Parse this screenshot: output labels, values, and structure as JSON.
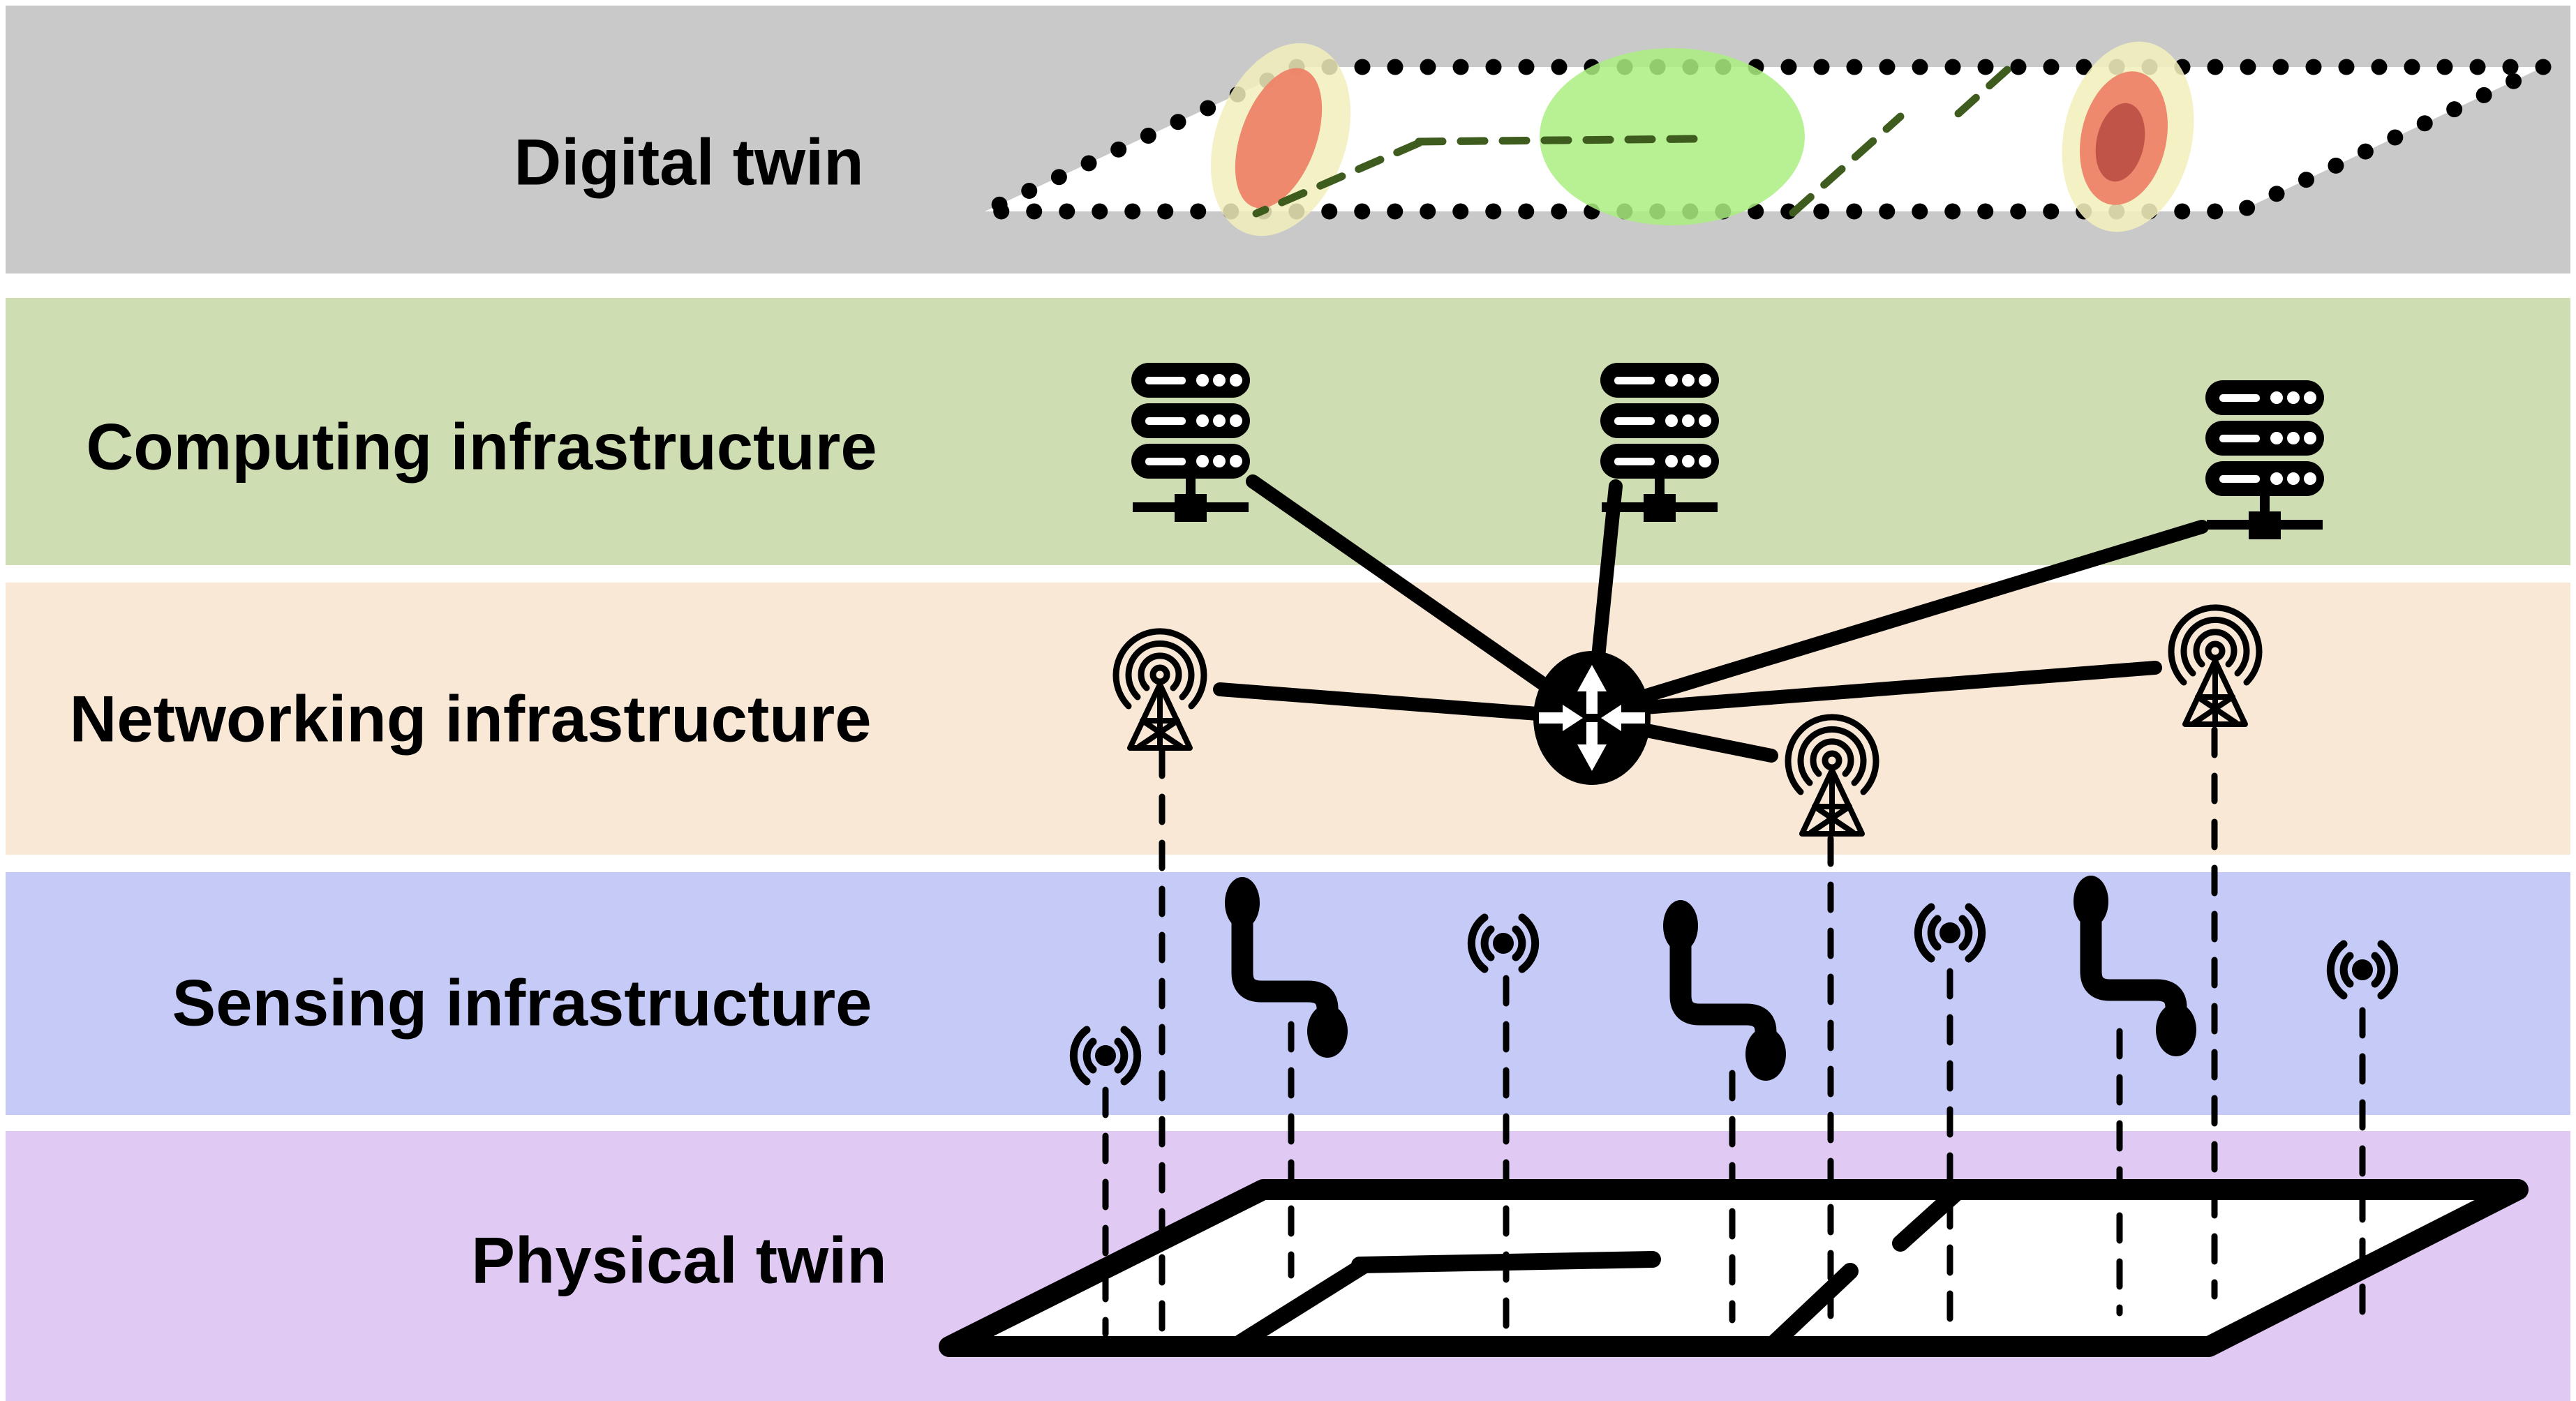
{
  "figure": {
    "title_none_visible": "",
    "bands": [
      {
        "label": "Digital twin",
        "color": "#c9c9c9"
      },
      {
        "label": "Computing infrastructure",
        "color": "#cfddb2"
      },
      {
        "label": "Networking infrastructure",
        "color": "#fae8d7"
      },
      {
        "label": "Sensing infrastructure",
        "color": "#c6caf7"
      },
      {
        "label": "Physical twin",
        "color": "#e0c9f3"
      }
    ],
    "icons": {
      "server_rack_count": 3,
      "router_count": 1,
      "radio_tower_count": 3,
      "wireless_sensor_count": 4,
      "node_sensor_count": 3
    },
    "palette": {
      "ink": "#000000",
      "plane_fill": "#ffffff",
      "hotspot_outer": "#f3efbd",
      "hotspot_mid": "#ed8368",
      "hotspot_core": "#c05448",
      "zone_green": "#abee80",
      "dashed_green": "#3e5c1e"
    }
  }
}
